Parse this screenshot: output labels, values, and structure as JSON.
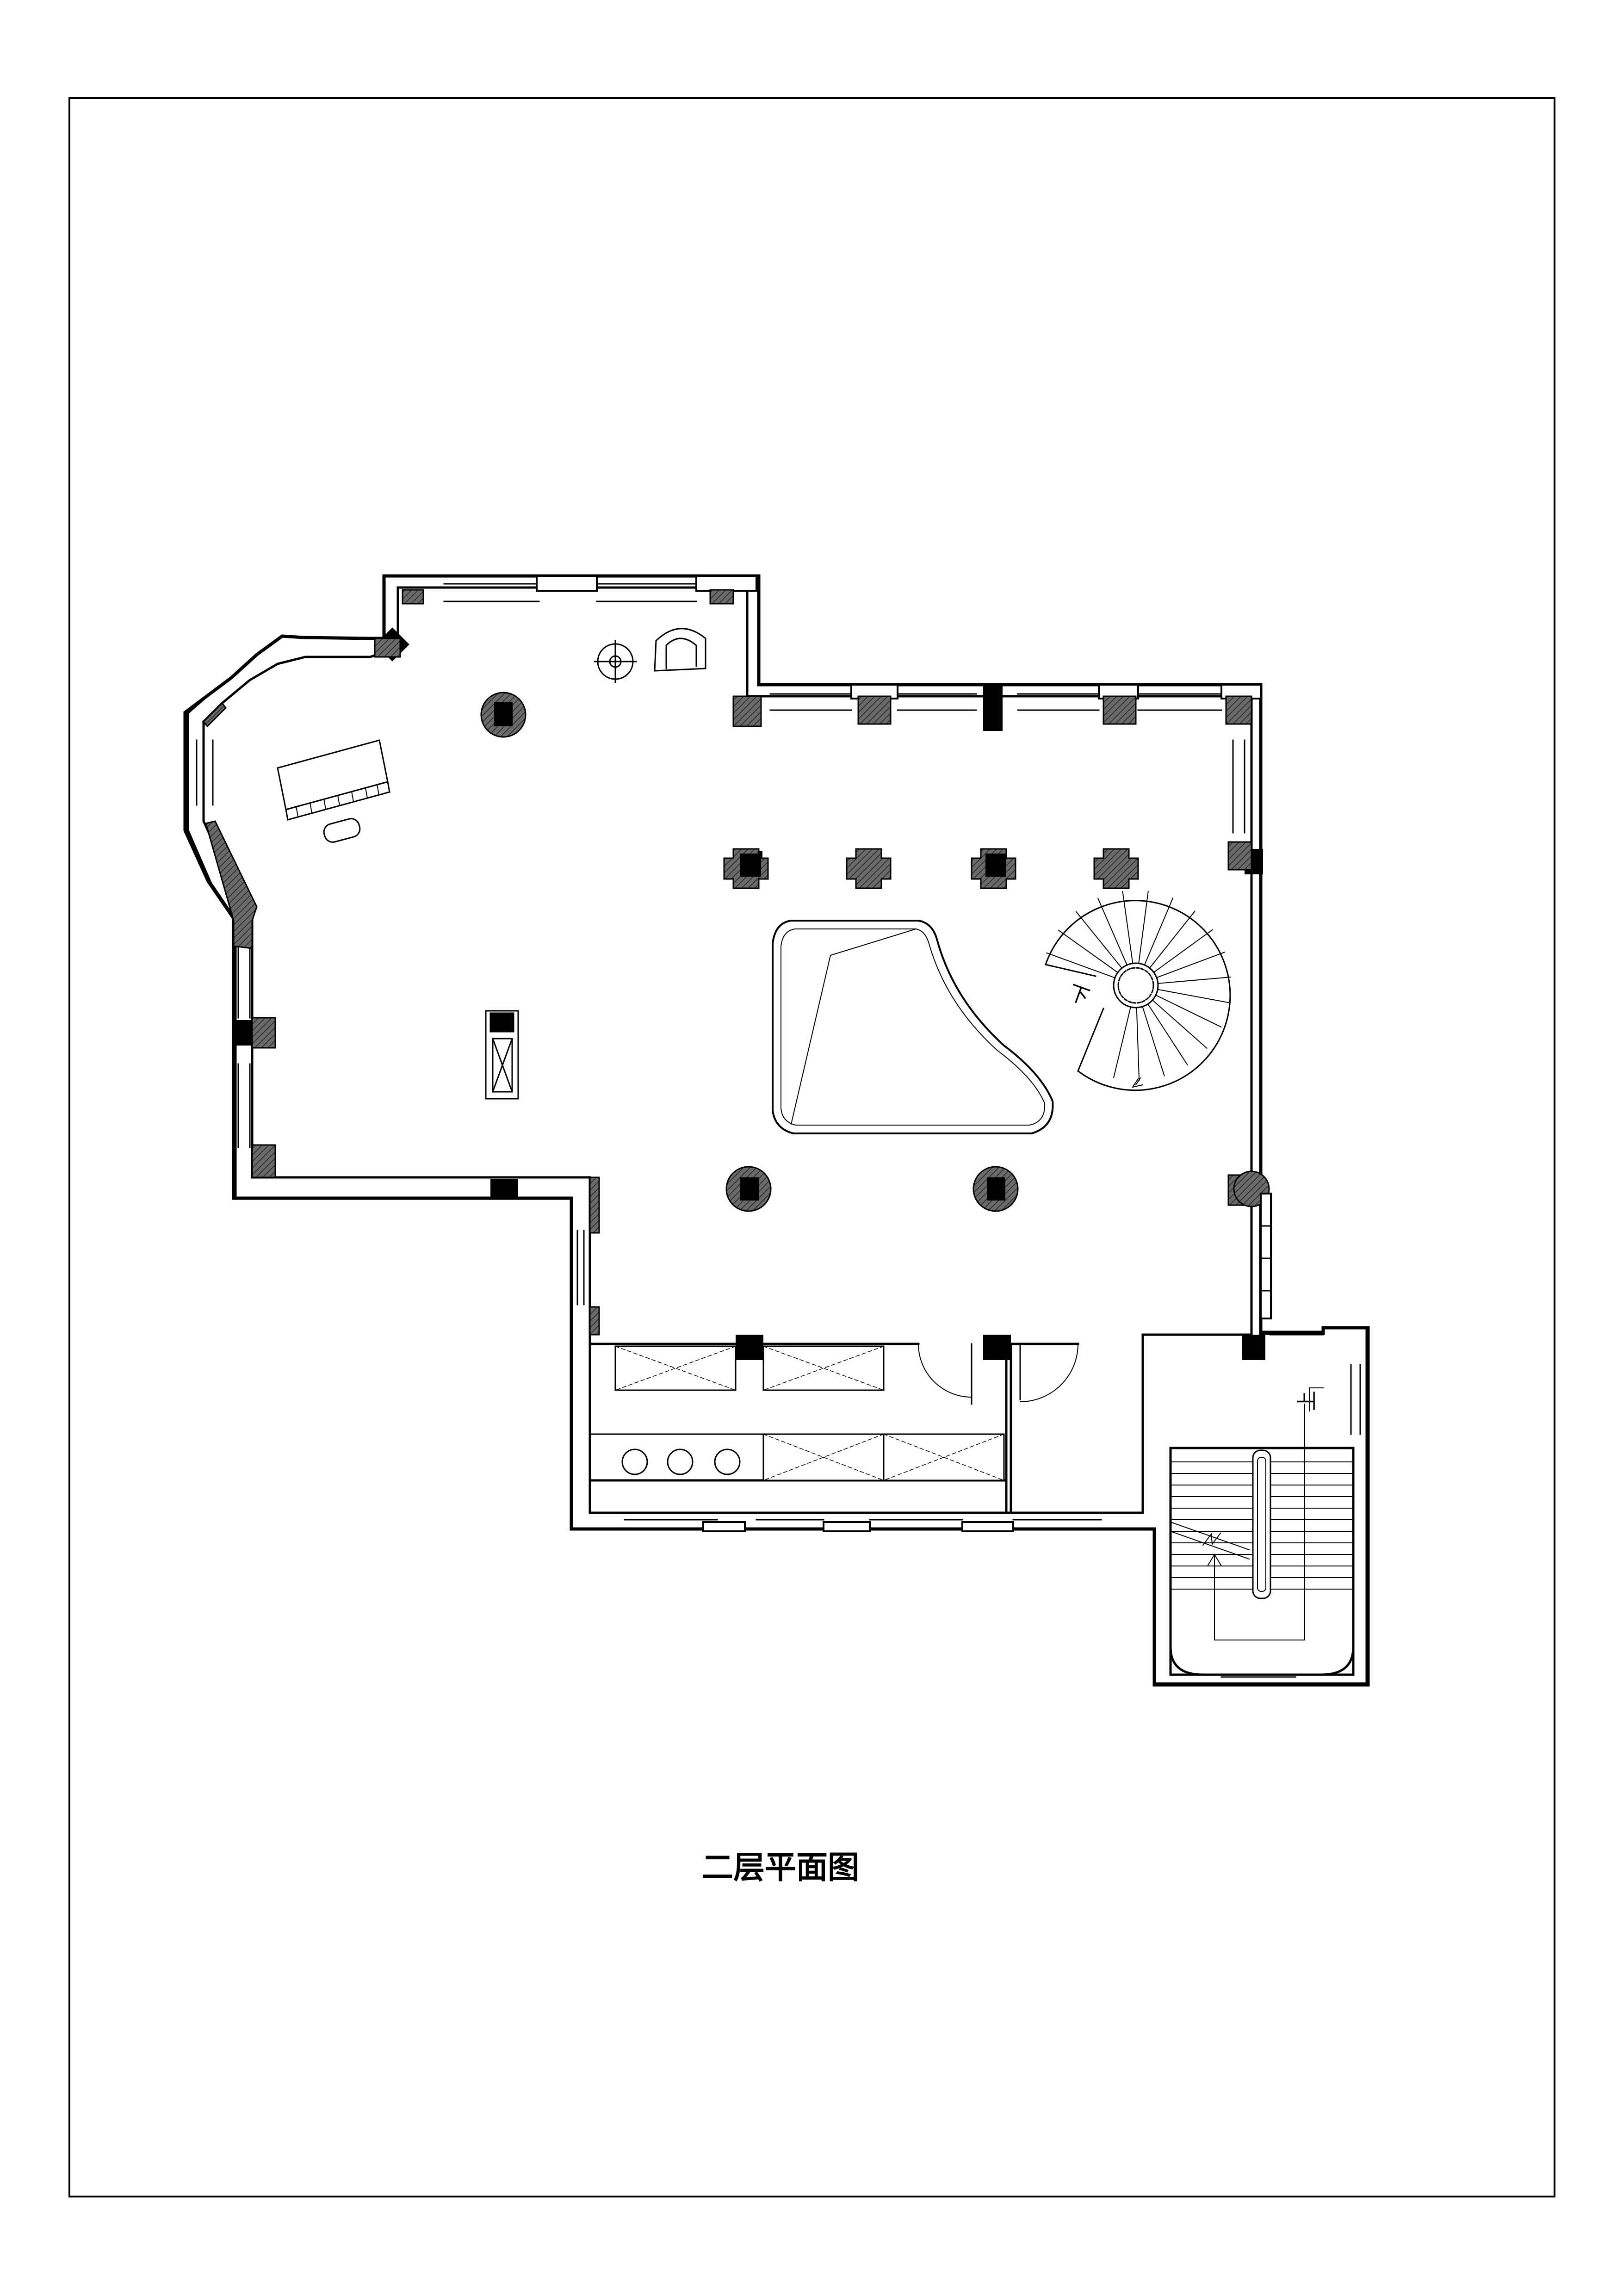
{
  "drawing": {
    "title": "二层平面图",
    "spiral_stair_label": "下",
    "straight_stair_label": "上"
  },
  "colors": {
    "line": "#000000",
    "column_solid": "#000000",
    "column_hatch": "#555555",
    "background": "#ffffff"
  }
}
